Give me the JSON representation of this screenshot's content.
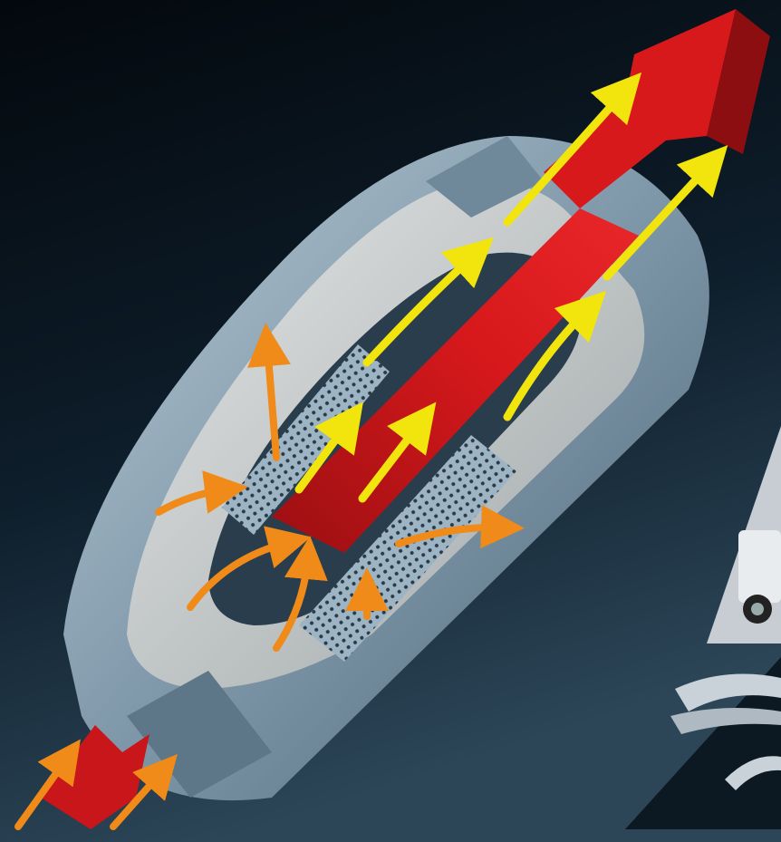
{
  "image": {
    "subject": "muffler-cutaway-airflow-illustration",
    "colors": {
      "background_top": "#03080d",
      "background_bottom": "#2a4457",
      "casing": "#8fa7b8",
      "packing": "#cfd3d3",
      "exhaust_arrow": "#d8191c",
      "exhaust_arrow_dark": "#8c0e10",
      "flow_out": "#f2e40d",
      "flow_absorbed": "#f08a18",
      "perforated_tube": "#9db4c4"
    },
    "thumbnails": [
      {
        "name": "suv-thumbnail"
      },
      {
        "name": "exhaust-pipes-thumbnail"
      }
    ]
  }
}
